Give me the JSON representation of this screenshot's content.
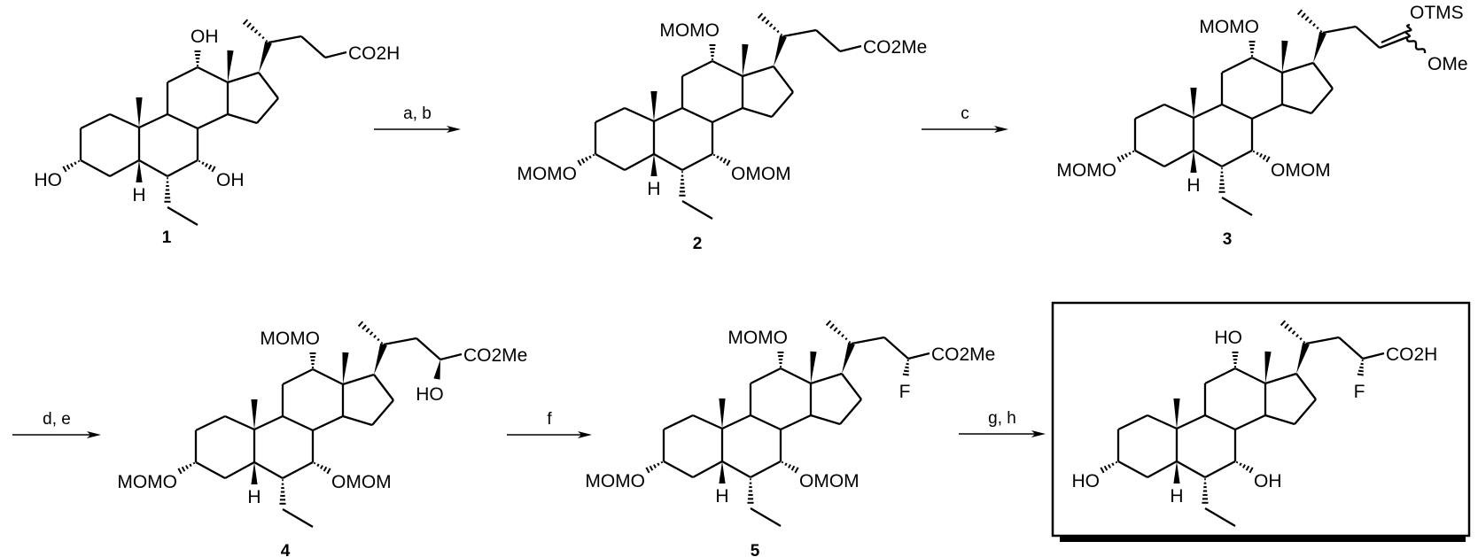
{
  "scheme": {
    "colors": {
      "ink": "#000000",
      "background": "#ffffff"
    },
    "compounds": [
      {
        "number": "1",
        "r3": "HO",
        "r7": "OH",
        "r12": "OH",
        "side_chain": "acid-chain",
        "terminal": "CO2H",
        "boxed": false
      },
      {
        "number": "2",
        "r3": "MOMO",
        "r7": "OMOM",
        "r12": "MOMO",
        "side_chain": "acid-chain",
        "terminal": "CO2Me",
        "boxed": false
      },
      {
        "number": "3",
        "r3": "MOMO",
        "r7": "OMOM",
        "r12": "MOMO",
        "side_chain": "silyl-ketene-acetal",
        "terminal_top": "OTMS",
        "terminal_bottom": "OMe",
        "boxed": false
      },
      {
        "number": "4",
        "r3": "MOMO",
        "r7": "OMOM",
        "r12": "MOMO",
        "side_chain": "alpha-substituted",
        "terminal": "CO2Me",
        "alpha": "HO",
        "alpha_stereo": "wedge",
        "boxed": false
      },
      {
        "number": "5",
        "r3": "MOMO",
        "r7": "OMOM",
        "r12": "MOMO",
        "side_chain": "alpha-substituted",
        "terminal": "CO2Me",
        "alpha": "F",
        "alpha_stereo": "hash",
        "boxed": false
      },
      {
        "number": "",
        "r3": "HO",
        "r7": "OH",
        "r12": "HO",
        "side_chain": "alpha-substituted",
        "terminal": "CO2H",
        "alpha": "F",
        "alpha_stereo": "hash",
        "boxed": true
      }
    ],
    "common_atoms": {
      "h5": "H"
    },
    "arrows": [
      {
        "label": "a, b"
      },
      {
        "label": "c"
      },
      {
        "label": "d, e"
      },
      {
        "label": "f"
      },
      {
        "label": "g, h"
      }
    ]
  }
}
